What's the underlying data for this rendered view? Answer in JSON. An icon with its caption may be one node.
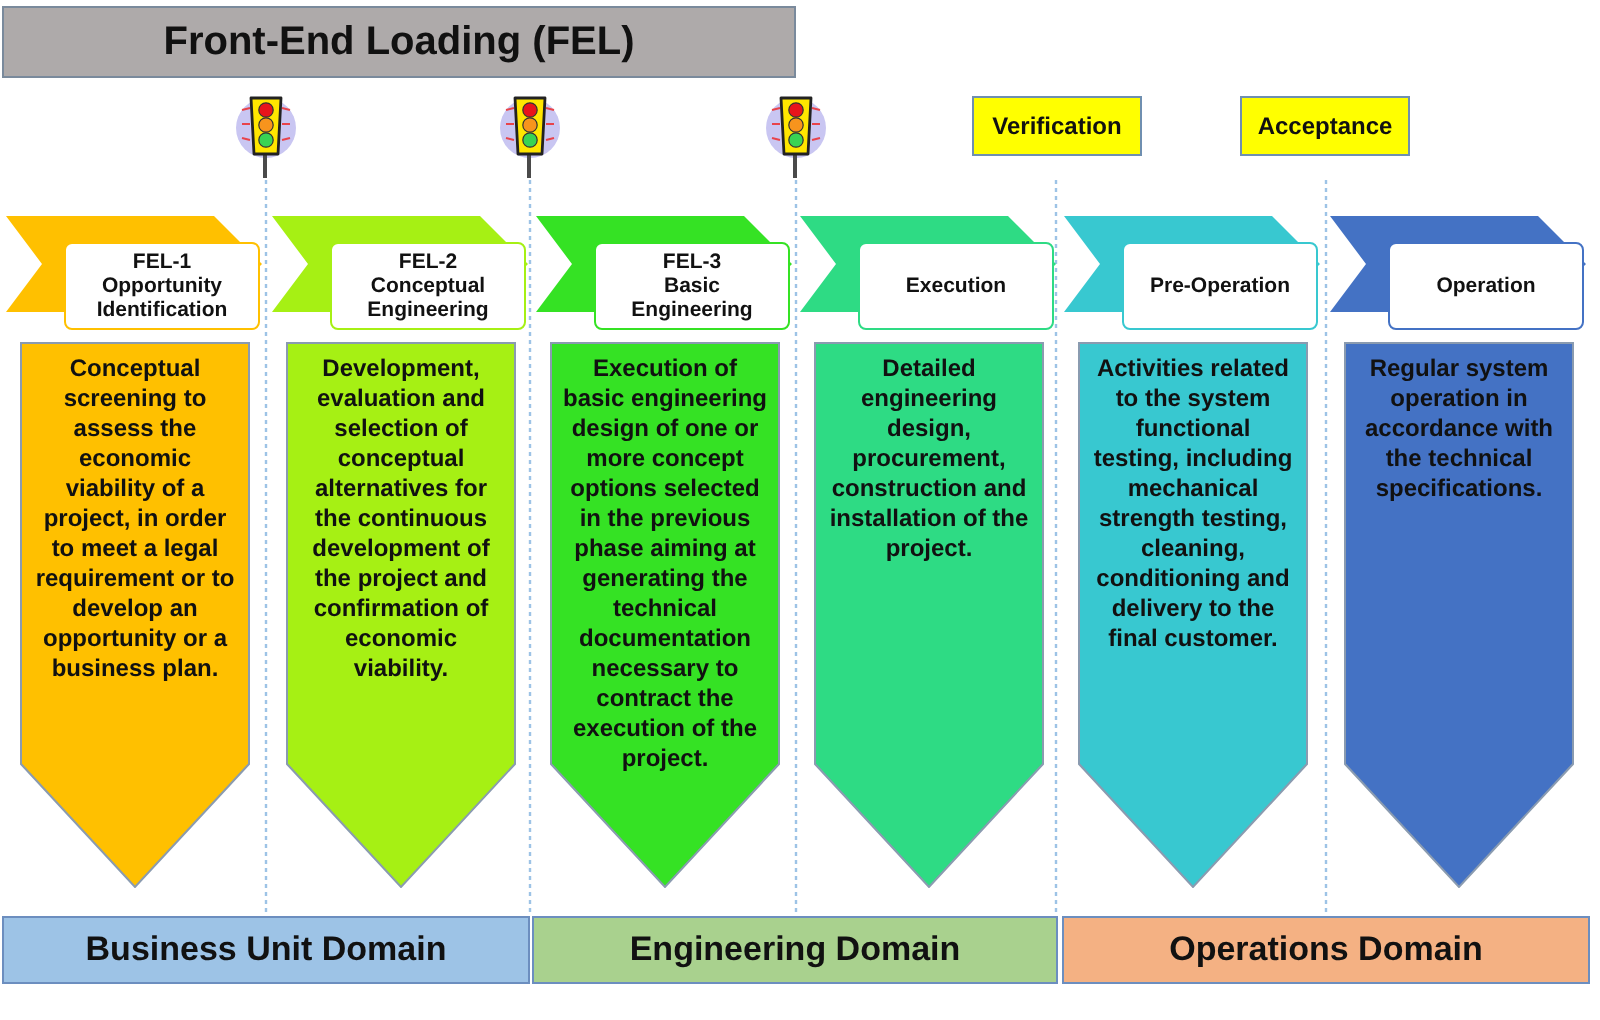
{
  "diagram": {
    "nodes": [
      {
        "text": [
          "Front-End Loading (FEL)"
        ]
      },
      {
        "text": [
          "Verification"
        ]
      },
      {
        "text": [
          "Acceptance"
        ]
      },
      {
        "text": [],
        "shape": "chevron"
      },
      {
        "text": [
          "FEL-1",
          "Opportunity Identification"
        ]
      },
      {
        "text": [],
        "shape": "chevron"
      },
      {
        "text": [
          "FEL-2",
          "Conceptual Engineering"
        ]
      },
      {
        "text": [],
        "shape": "chevron"
      },
      {
        "text": [
          "FEL-3",
          "Basic Engineering"
        ]
      },
      {
        "text": [],
        "shape": "chevron"
      },
      {
        "text": [
          "Execution"
        ]
      },
      {
        "text": [],
        "shape": "chevron"
      },
      {
        "text": [
          "Pre-Operation"
        ]
      },
      {
        "text": [],
        "shape": "chevron"
      },
      {
        "text": [
          "Operation"
        ]
      },
      {
        "text": [
          "Conceptual screening to assess the economic viability of a project, in order to meet a legal requirement or to develop an opportunity or a business plan."
        ]
      },
      {
        "text": [
          "Development, evaluation and selection of conceptual alternatives for the continuous development of the project and confirmation of economic viability."
        ]
      },
      {
        "text": [
          "Execution of basic engineering design of one or more concept options selected in the previous phase aiming at generating the technical documentation necessary to contract the execution of the project."
        ]
      },
      {
        "text": [
          "Detailed engineering design, procurement, construction and installation of the project."
        ]
      },
      {
        "text": [
          "Activities related to the system functional testing, including mechanical strength testing, cleaning, conditioning and delivery to the final customer."
        ]
      },
      {
        "text": [
          "Regular system operation in accordance with the technical specifications."
        ]
      },
      {
        "text": [
          "Business Unit Domain"
        ]
      },
      {
        "text": [
          "Engineering Domain"
        ]
      },
      {
        "text": [
          "Operations Domain"
        ]
      }
    ]
  }
}
